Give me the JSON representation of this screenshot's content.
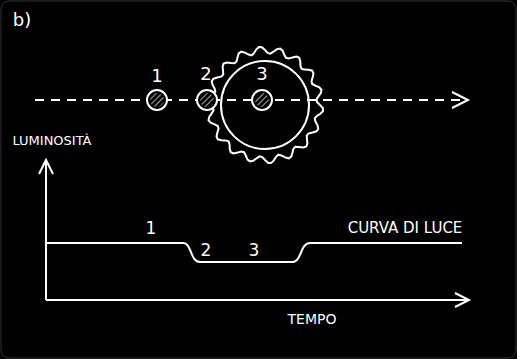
{
  "diagram": {
    "labels": [
      "b)",
      "1",
      "2",
      "3",
      "LUMINOSITÀ",
      "1",
      "2",
      "3",
      "CURVA DI LUCE",
      "TEMPO"
    ]
  }
}
